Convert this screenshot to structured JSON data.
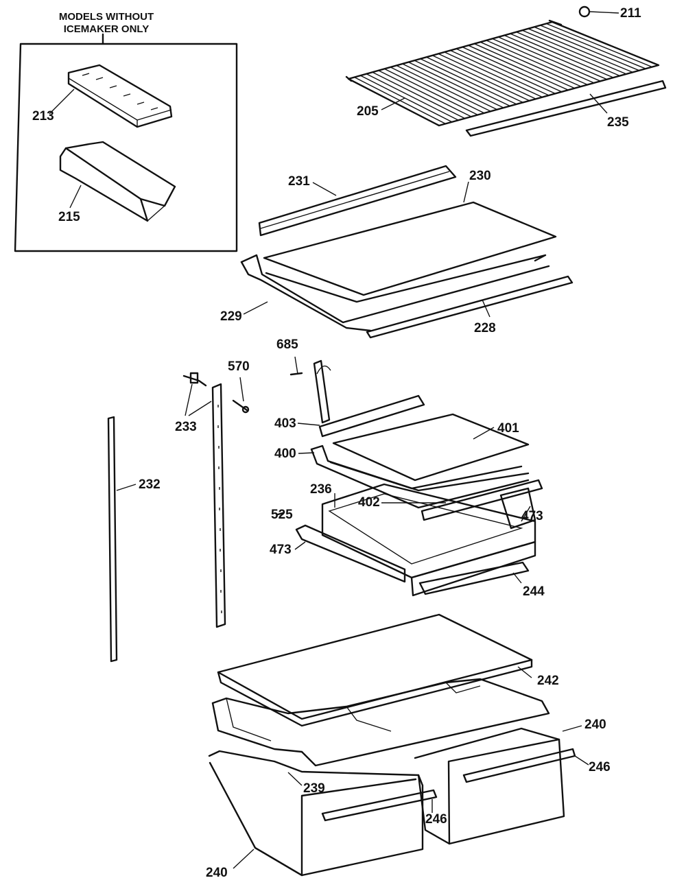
{
  "inset": {
    "title_line1": "MODELS WITHOUT",
    "title_line2": "ICEMAKER ONLY"
  },
  "parts": [
    {
      "id": "p211",
      "label": "211"
    },
    {
      "id": "p205",
      "label": "205"
    },
    {
      "id": "p235",
      "label": "235"
    },
    {
      "id": "p213",
      "label": "213"
    },
    {
      "id": "p215",
      "label": "215"
    },
    {
      "id": "p231",
      "label": "231"
    },
    {
      "id": "p230",
      "label": "230"
    },
    {
      "id": "p229",
      "label": "229"
    },
    {
      "id": "p228",
      "label": "228"
    },
    {
      "id": "p685",
      "label": "685"
    },
    {
      "id": "p570",
      "label": "570"
    },
    {
      "id": "p233",
      "label": "233"
    },
    {
      "id": "p403",
      "label": "403"
    },
    {
      "id": "p401",
      "label": "401"
    },
    {
      "id": "p400",
      "label": "400"
    },
    {
      "id": "p232",
      "label": "232"
    },
    {
      "id": "p236",
      "label": "236"
    },
    {
      "id": "p525",
      "label": "525"
    },
    {
      "id": "p402",
      "label": "402"
    },
    {
      "id": "p473a",
      "label": "473"
    },
    {
      "id": "p473b",
      "label": "473"
    },
    {
      "id": "p244",
      "label": "244"
    },
    {
      "id": "p242",
      "label": "242"
    },
    {
      "id": "p240a",
      "label": "240"
    },
    {
      "id": "p246a",
      "label": "246"
    },
    {
      "id": "p239",
      "label": "239"
    },
    {
      "id": "p246b",
      "label": "246"
    },
    {
      "id": "p240b",
      "label": "240"
    }
  ]
}
